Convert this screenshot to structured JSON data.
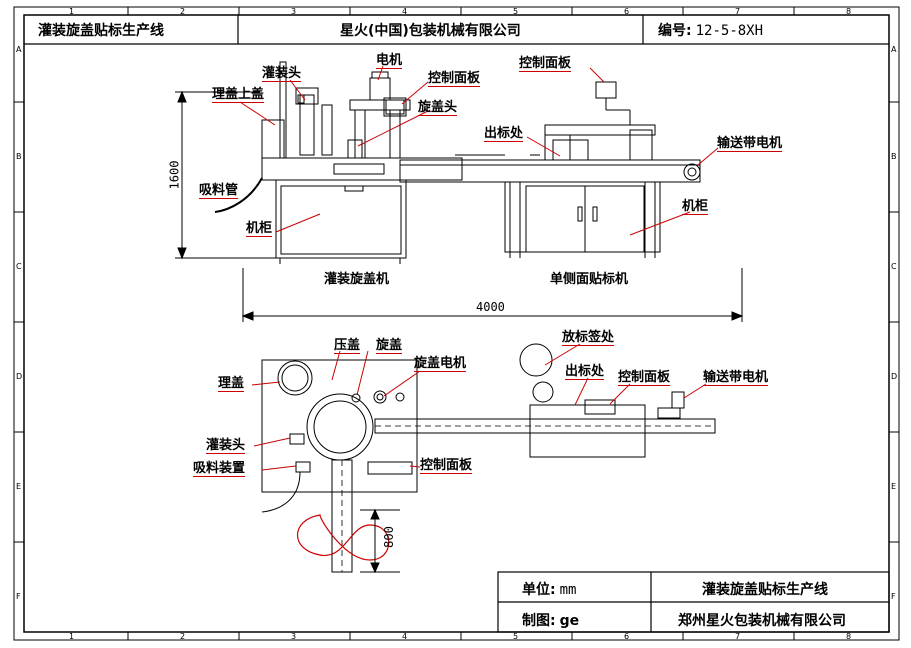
{
  "title_block": {
    "product": "灌装旋盖贴标生产线",
    "company_header": "星火(中国)包装机械有限公司",
    "number_label": "编号:",
    "number_value": "12-5-8XH",
    "unit_label": "单位:",
    "unit_value": "mm",
    "drawn_label": "制图:",
    "drawn_value": "ge",
    "bottom_product": "灌装旋盖贴标生产线",
    "bottom_company": "郑州星火包装机械有限公司"
  },
  "grid": {
    "columns": [
      "1",
      "2",
      "3",
      "4",
      "5",
      "6",
      "7",
      "8"
    ],
    "rows": [
      "A",
      "B",
      "C",
      "D",
      "E",
      "F"
    ]
  },
  "front_view": {
    "labels": {
      "filling_head": "灌装头",
      "cap_sorter_top": "理盖上盖",
      "motor": "电机",
      "control_panel_1": "控制面板",
      "capping_head": "旋盖头",
      "control_panel_2": "控制面板",
      "label_out": "出标处",
      "conveyor_motor": "输送带电机",
      "suction_pipe": "吸料管",
      "cabinet_left": "机柜",
      "cabinet_right": "机柜",
      "machine_left": "灌装旋盖机",
      "machine_right": "单侧面贴标机"
    },
    "height_dim": "1600",
    "width_dim": "4000"
  },
  "top_view": {
    "labels": {
      "press_cap": "压盖",
      "screw_cap": "旋盖",
      "cap_motor": "旋盖电机",
      "cap_sorter": "理盖",
      "filling_head": "灌装头",
      "suction_device": "吸料装置",
      "control_panel_left": "控制面板",
      "label_place": "放标签处",
      "label_out": "出标处",
      "control_panel_right": "控制面板",
      "conveyor_motor": "输送带电机"
    },
    "length_dim": "800"
  }
}
